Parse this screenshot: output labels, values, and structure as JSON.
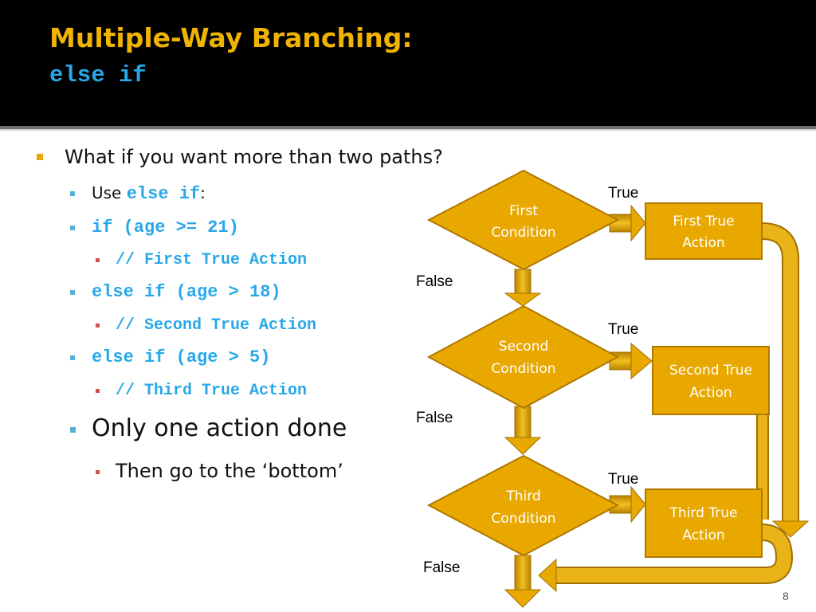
{
  "slide": {
    "title": "Multiple-Way Branching:",
    "subtitle": "else if",
    "page_number": "8"
  },
  "bullets": {
    "question": "What if you want more than two paths?",
    "use_prefix": "Use ",
    "use_code": "else if",
    "use_suffix": ":",
    "line_if": "if (age >= 21)",
    "line_first": "// First True Action",
    "line_elseif1": "else if (age > 18)",
    "line_second": "// Second True Action",
    "line_elseif2": "else if (age > 5)",
    "line_third": "// Third True Action",
    "only_one": "Only one action done",
    "then_bottom": "Then go to the ‘bottom’"
  },
  "flowchart": {
    "conditions": [
      {
        "line1": "First",
        "line2": "Condition"
      },
      {
        "line1": "Second",
        "line2": "Condition"
      },
      {
        "line1": "Third",
        "line2": "Condition"
      }
    ],
    "actions": [
      {
        "line1": "First True",
        "line2": "Action"
      },
      {
        "line1": "Second True",
        "line2": "Action"
      },
      {
        "line1": "Third True",
        "line2": "Action"
      }
    ],
    "true_label": "True",
    "false_label": "False"
  },
  "colors": {
    "header_bg": "#000000",
    "title": "#f0b400",
    "code_blue": "#28a8e8",
    "shape_fill": "#e8a800",
    "shape_stroke": "#b07800",
    "bullet_gold": "#e8a800",
    "bullet_blue": "#58b0d8",
    "bullet_red": "#d05050"
  }
}
